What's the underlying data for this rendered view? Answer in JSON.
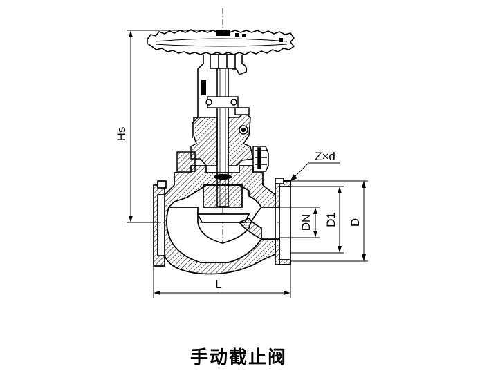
{
  "title": "手动截止阀",
  "dimensions": {
    "hs": "Hs",
    "l": "L",
    "z_d": "Z×d",
    "dn": "DN",
    "d1": "D1",
    "d": "D"
  },
  "colors": {
    "line": "#000000",
    "hatch": "#000000",
    "seal": "#000000"
  }
}
